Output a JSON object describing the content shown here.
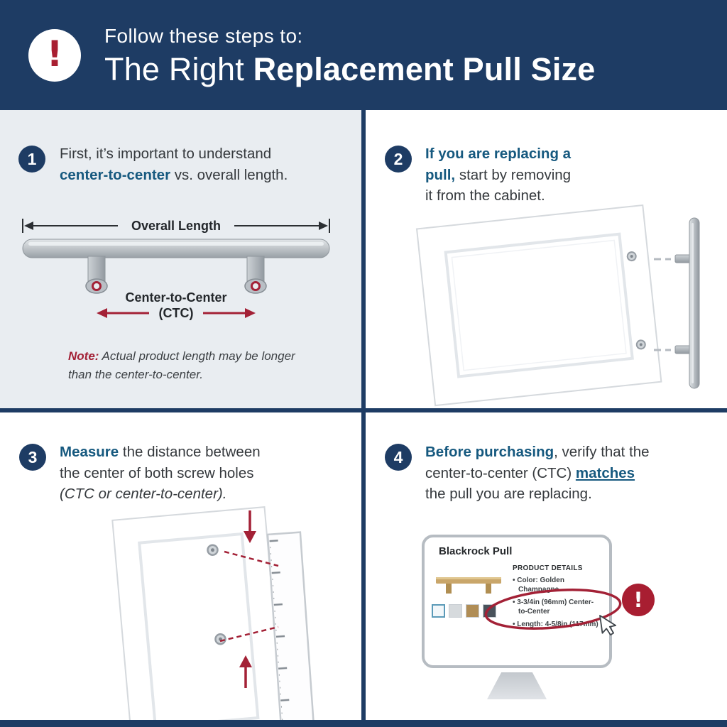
{
  "header": {
    "icon_glyph": "!",
    "intro": "Follow these steps to:",
    "title_prefix": "The Right ",
    "title_bold": "Replacement Pull Size"
  },
  "step1": {
    "number": "1",
    "line1": "First, it’s important to understand",
    "line2_bold": "center-to-center",
    "line2_rest": " vs. overall length.",
    "diagram": {
      "overall_label": "Overall Length",
      "ctc_label": "Center-to-Center",
      "ctc_abbr": "(CTC)"
    },
    "note_label": "Note:",
    "note_text": " Actual product length may be longer than the center-to-center."
  },
  "step2": {
    "number": "2",
    "line1_bold": "If you are replacing a",
    "line2_bold": "pull,",
    "line2_rest": " start by removing",
    "line3": "it from the cabinet."
  },
  "step3": {
    "number": "3",
    "line1_bold": "Measure",
    "line1_rest": " the distance between",
    "line2": "the center of both screw holes",
    "line3_italic": "(CTC or center-to-center)."
  },
  "step4": {
    "number": "4",
    "line1_bold": "Before purchasing",
    "line1_rest": ", verify that the",
    "line2_pre": "center-to-center (CTC) ",
    "line2_link": "matches",
    "line3": "the pull you are replacing.",
    "screen": {
      "product_name": "Blackrock Pull",
      "details_heading": "PRODUCT DETAILS",
      "bullet_color": "• Color: Golden Champagne",
      "bullet_ctc": "• 3-3/4in (96mm) Center-to-Center",
      "bullet_length": "• Length: 4-5/8in (117mm)",
      "alert_glyph": "!"
    }
  },
  "colors": {
    "navy": "#1e3c64",
    "accent_red": "#a32136",
    "badge_red": "#a81e31",
    "bold_blue": "#16597f",
    "panel_gray": "#e9edf1"
  }
}
